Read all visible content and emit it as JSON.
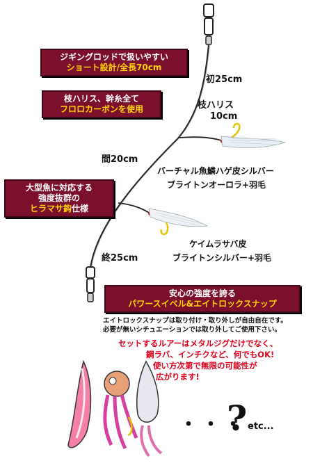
{
  "banners": {
    "rod": {
      "line1": "ジギングロッドで扱いやすい",
      "line2": "ショート設計/全長70cm"
    },
    "fluoro": {
      "line1": "枝ハリス、幹糸全て",
      "line2": "フロロカーボンを使用"
    },
    "big_fish": {
      "line1": "大型魚に対応する",
      "line2": "強度抜群の",
      "line3": "ヒラマサ鈎",
      "line3_suffix": "仕様"
    },
    "strength": {
      "line1": "安心の強度を誇る",
      "line2": "パワースイベル&エイトロックスナップ"
    }
  },
  "labels": {
    "top_length": "初25cm",
    "branch_title": "枝ハリス",
    "branch_length": "10cm",
    "mid_length": "間20cm",
    "upper_material_line1": "バーチャル魚鱗ハゲ皮シルバー",
    "upper_material_line2": "ブライトンオーロラ+羽毛",
    "bottom_length": "終25cm",
    "lower_material_line1": "ケイムラサバ皮",
    "lower_material_line2": "ブライトンシルバー+羽毛"
  },
  "notes": {
    "line1": "エイトロックスナップは取り付け・取り外しが自由自在です。",
    "line2": "必要が無いシチュエーションでは取り外してご使用下さい。",
    "red_line1": "セットするルアーはメタルジグだけでなく、",
    "red_line2": "鋼ラバ、インチクなど、何でもOK!",
    "red_line3": "使い方次第で無限の可能性が",
    "red_line4": "広がります!"
  },
  "lure_dots": "・・・",
  "question_mark": "?",
  "etc": "etc..."
}
